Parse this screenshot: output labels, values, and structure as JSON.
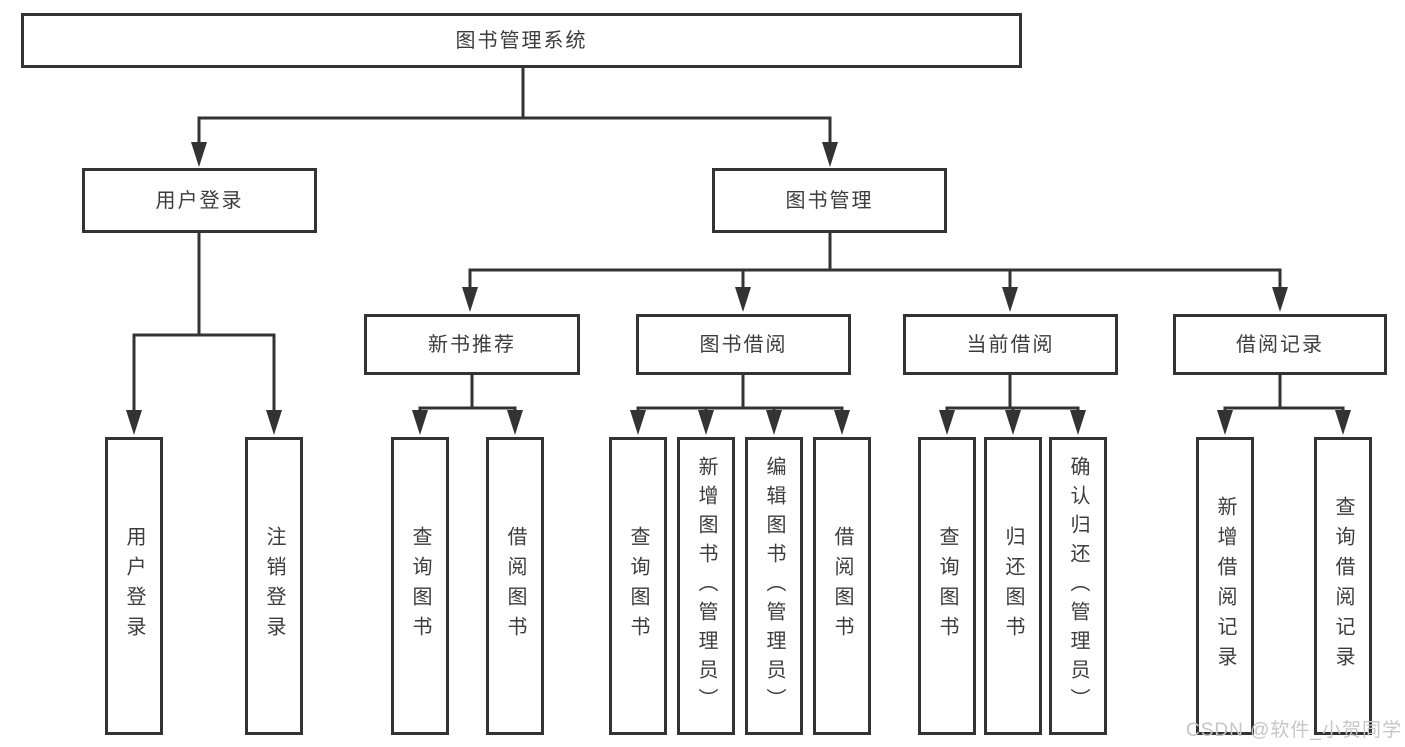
{
  "diagram": {
    "watermark": "CSDN @软件_小贺同学",
    "colors": {
      "line": "#333333",
      "text": "#3d3d3d",
      "box_border": "#333333",
      "watermark": "#c6c6c6",
      "background": "#ffffff"
    },
    "nodes": {
      "root": "图书管理系统",
      "user_login": "用户登录",
      "book_management": "图书管理",
      "new_book_recommend": "新书推荐",
      "book_borrowing": "图书借阅",
      "current_borrowing": "当前借阅",
      "borrowing_records": "借阅记录",
      "leaf_user_login": "用户登录",
      "leaf_logout": "注销登录",
      "leaf_query_books_recommend": "查询图书",
      "leaf_borrow_books_recommend": "借阅图书",
      "leaf_query_books_borrowing": "查询图书",
      "leaf_add_books_admin": "新增图书（管理员）",
      "leaf_edit_books_admin": "编辑图书（管理员）",
      "leaf_borrow_books_borrowing": "借阅图书",
      "leaf_query_books_current": "查询图书",
      "leaf_return_books": "归还图书",
      "leaf_confirm_return_admin": "确认归还（管理员）",
      "leaf_add_borrow_record": "新增借阅记录",
      "leaf_query_borrow_record": "查询借阅记录"
    },
    "hierarchy": {
      "图书管理系统": [
        "用户登录",
        "图书管理"
      ],
      "用户登录": [
        "用户登录",
        "注销登录"
      ],
      "图书管理": [
        "新书推荐",
        "图书借阅",
        "当前借阅",
        "借阅记录"
      ],
      "新书推荐": [
        "查询图书",
        "借阅图书"
      ],
      "图书借阅": [
        "查询图书",
        "新增图书（管理员）",
        "编辑图书（管理员）",
        "借阅图书"
      ],
      "当前借阅": [
        "查询图书",
        "归还图书",
        "确认归还（管理员）"
      ],
      "借阅记录": [
        "新增借阅记录",
        "查询借阅记录"
      ]
    }
  }
}
